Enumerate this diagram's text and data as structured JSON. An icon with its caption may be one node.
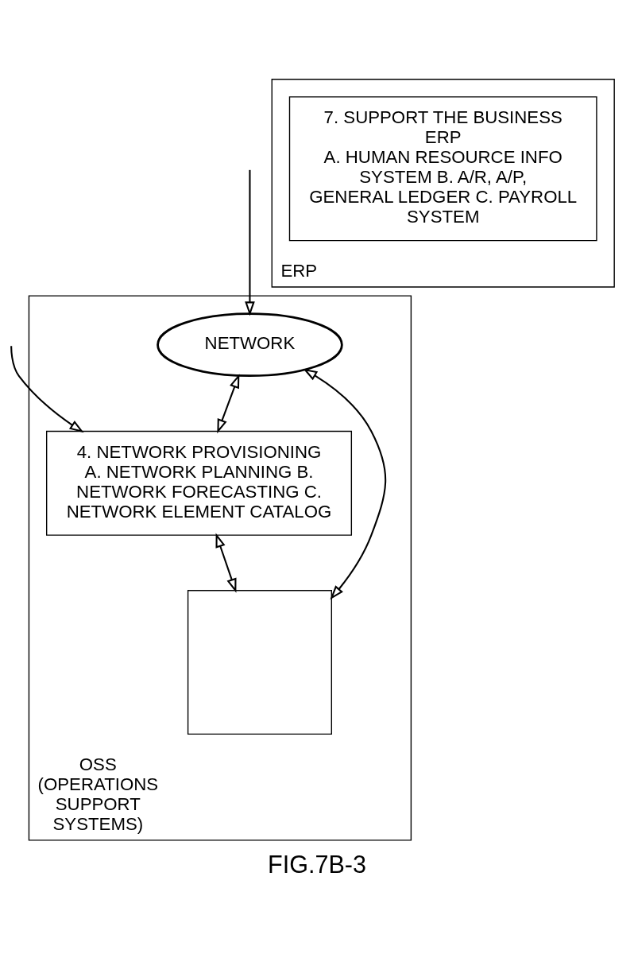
{
  "diagram": {
    "caption": "FIG.7B-3",
    "nodes": [
      {
        "text": [
          "OSS (OPERATIONS SUPPORT SYSTEMS)"
        ]
      },
      {
        "text": [
          "NETWORK"
        ],
        "in": 0
      },
      {
        "text": [
          "4. NETWORK PROVISIONING",
          "A. NETWORK PLANNING B. NETWORK FORECASTING C. NETWORK ELEMENT CATALOG"
        ],
        "in": 0
      },
      {
        "text": [],
        "shape": "box",
        "in": 0
      },
      {
        "text": [
          "ERP"
        ]
      },
      {
        "text": [
          "7. SUPPORT THE BUSINESS ERP",
          "A. HUMAN RESOURCE INFO SYSTEM B. A/R, A/P, GENERAL LEDGER C. PAYROLL SYSTEM"
        ],
        "in": 4
      }
    ],
    "edges": [
      {
        "from": null,
        "to": 2,
        "arrow": "to"
      },
      {
        "from": null,
        "to": 1,
        "arrow": "to"
      },
      {
        "from": 1,
        "to": 2,
        "arrow": "both"
      },
      {
        "from": 1,
        "to": 3,
        "arrow": "both"
      },
      {
        "from": 2,
        "to": 3,
        "arrow": "both"
      }
    ]
  }
}
